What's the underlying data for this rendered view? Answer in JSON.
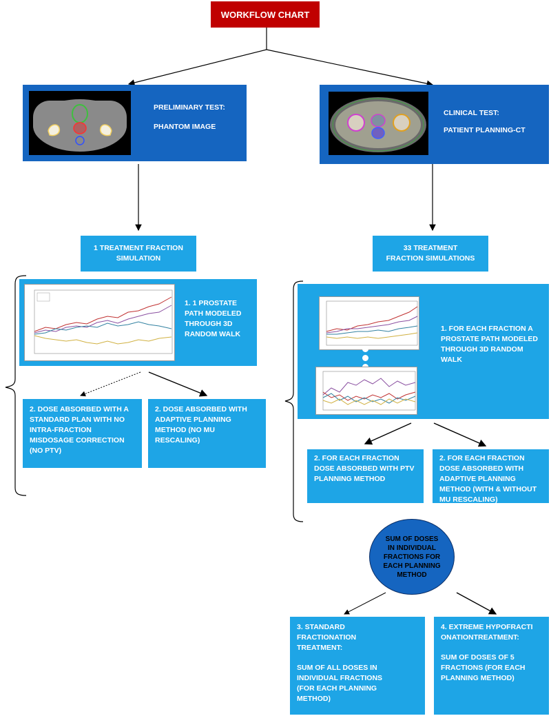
{
  "title": "WORKFLOW CHART",
  "preliminary": {
    "line1": "PRELIMINARY TEST:",
    "line2": "PHANTOM IMAGE"
  },
  "clinical": {
    "line1": "CLINICAL TEST:",
    "line2": "PATIENT PLANNING-CT"
  },
  "left_sim": "1 TREATMENT FRACTION SIMULATION",
  "right_sim": "33 TREATMENT FRACTION SIMULATIONS",
  "left_path": "1. 1 PROSTATE PATH MODELED THROUGH 3D RANDOM WALK",
  "right_path": "1. FOR EACH FRACTION A PROSTATE PATH MODELED THROUGH 3D RANDOM WALK",
  "left_dose_standard": "2. DOSE ABSORBED WITH A STANDARD PLAN WITH NO INTRA-FRACTION MISDOSAGE CORRECTION (NO PTV)",
  "left_dose_adaptive": "2. DOSE ABSORBED WITH ADAPTIVE PLANNING METHOD (NO MU RESCALING)",
  "right_dose_ptv": "2. FOR EACH FRACTION DOSE ABSORBED WITH PTV PLANNING METHOD",
  "right_dose_adaptive": "2. FOR EACH FRACTION DOSE ABSORBED WITH ADAPTIVE PLANNING METHOD (WITH & WITHOUT MU RESCALING)",
  "sum_doses": "SUM OF DOSES IN INDIVIDUAL FRACTIONS FOR EACH PLANNING METHOD",
  "standard": {
    "head": "3. STANDARD FRACTIONATION TREATMENT:",
    "body": "SUM OF ALL DOSES IN INDIVIDUAL FRACTIONS (FOR EACH PLANNING METHOD)"
  },
  "extreme": {
    "head": "4. EXTREME HYPOFRACTIONATIONTREATMENT:",
    "body": "SUM OF DOSES OF 5 FRACTIONS (FOR EACH PLANNING METHOD)"
  },
  "colors": {
    "dark_blue": "#1565c0",
    "light_blue": "#1ea5e6",
    "red": "#c00000"
  }
}
